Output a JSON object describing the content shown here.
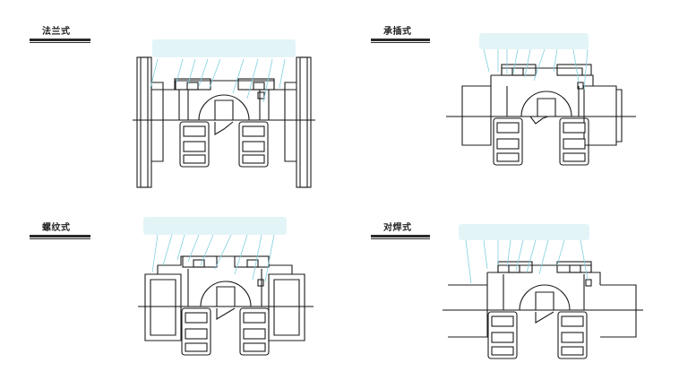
{
  "panels": [
    {
      "key": "flange",
      "label": "法兰式"
    },
    {
      "key": "socket",
      "label": "承插式"
    },
    {
      "key": "threaded",
      "label": "螺纹式"
    },
    {
      "key": "butt_weld",
      "label": "对焊式"
    }
  ],
  "colors": {
    "line": "#1c1c1c",
    "leader": "#7fd0de",
    "label_blur": "#e3f4f7"
  }
}
